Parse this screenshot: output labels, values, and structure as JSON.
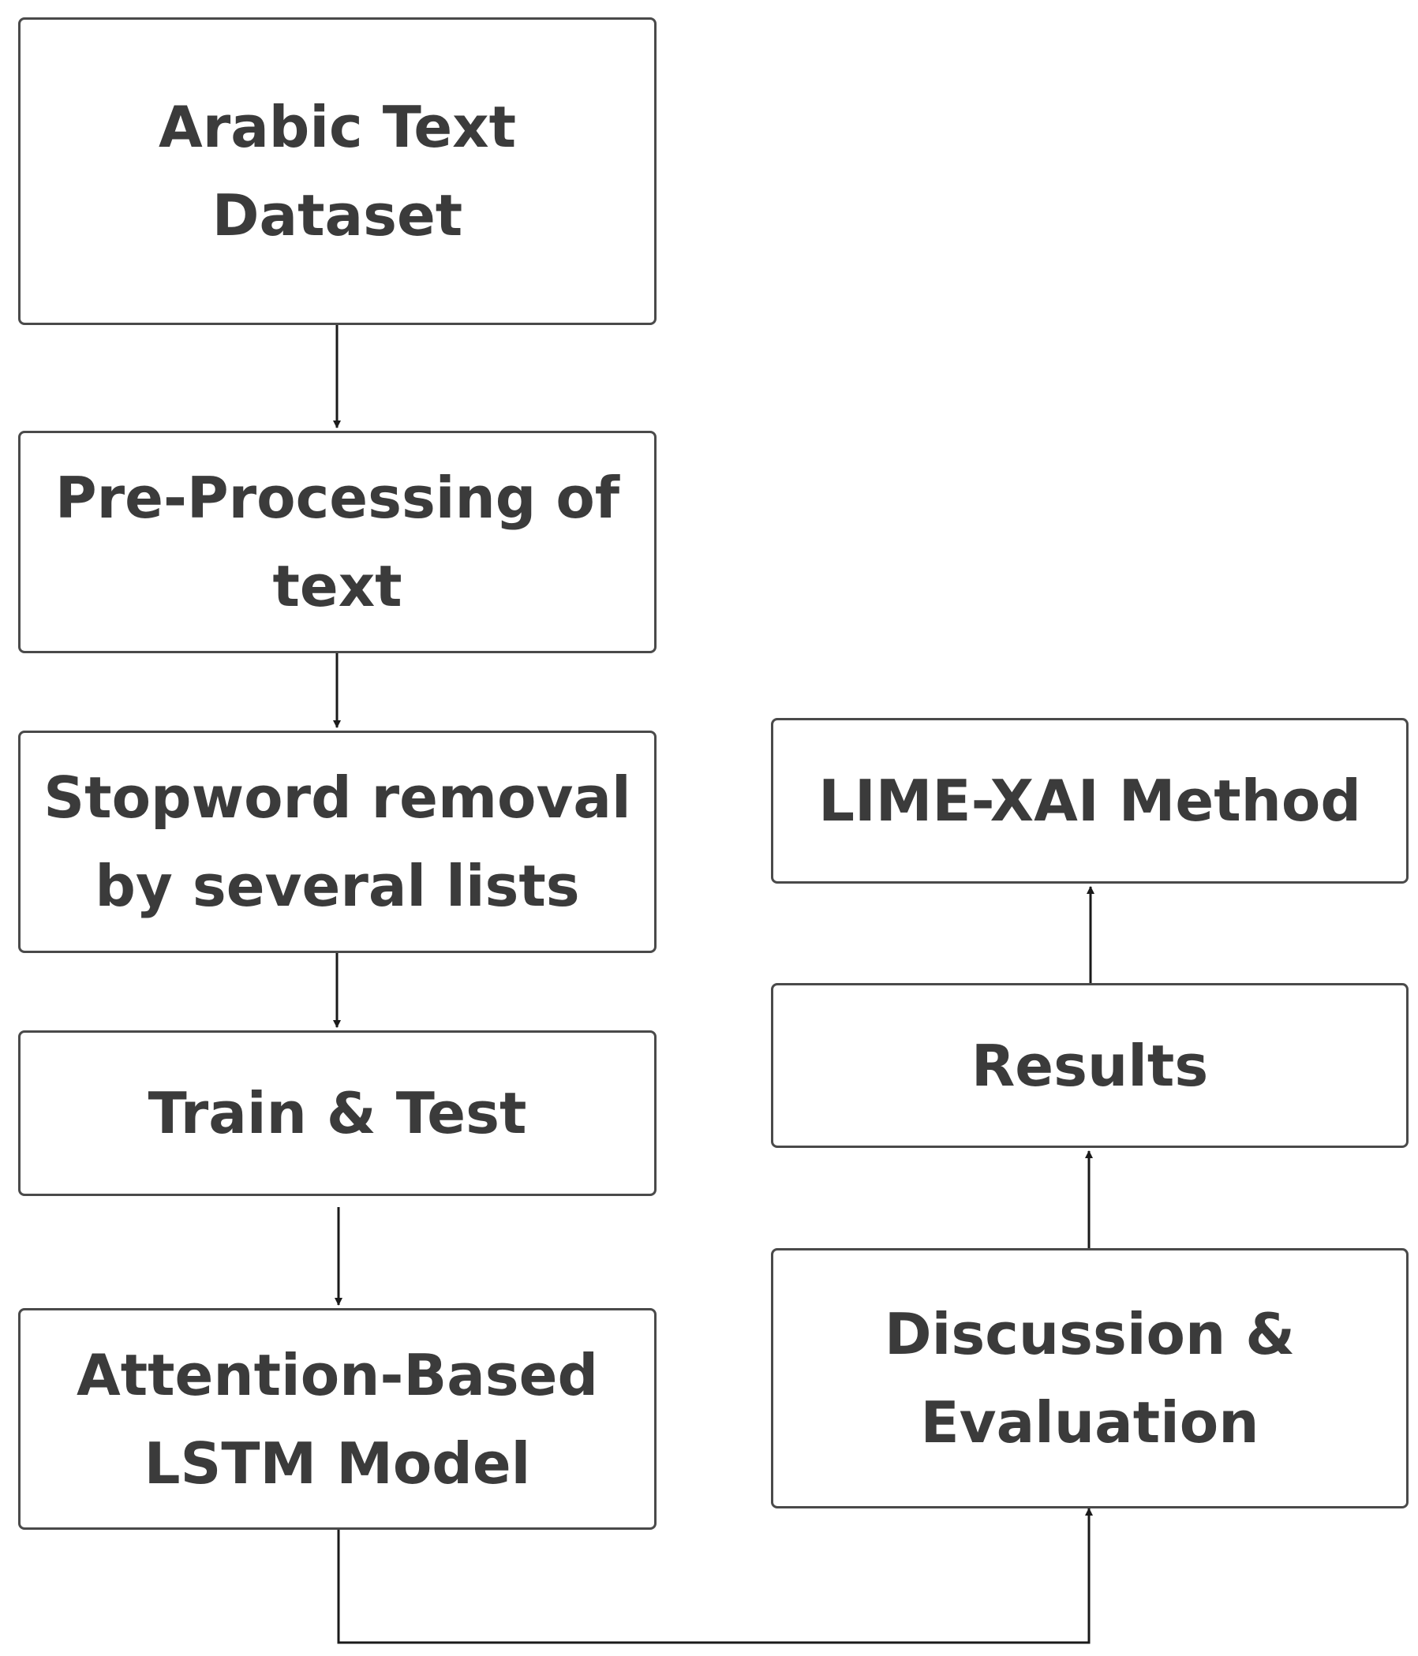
{
  "nodes": {
    "dataset": {
      "line1": "Arabic Text",
      "line2": "Dataset"
    },
    "preprocessing": {
      "line1": "Pre-Processing of",
      "line2": "text"
    },
    "stopword": {
      "line1": "Stopword removal",
      "line2": "by several lists"
    },
    "train_test": {
      "line1": "Train & Test"
    },
    "model": {
      "line1": "Attention-Based",
      "line2": "LSTM Model"
    },
    "discussion": {
      "line1": "Discussion &",
      "line2": "Evaluation"
    },
    "results": {
      "line1": "Results"
    },
    "lime": {
      "line1": "LIME-XAI Method"
    }
  },
  "colors": {
    "border": "#4a4a4a",
    "text": "#3b3b3b",
    "connector": "#1a1a1a",
    "background": "#ffffff"
  }
}
